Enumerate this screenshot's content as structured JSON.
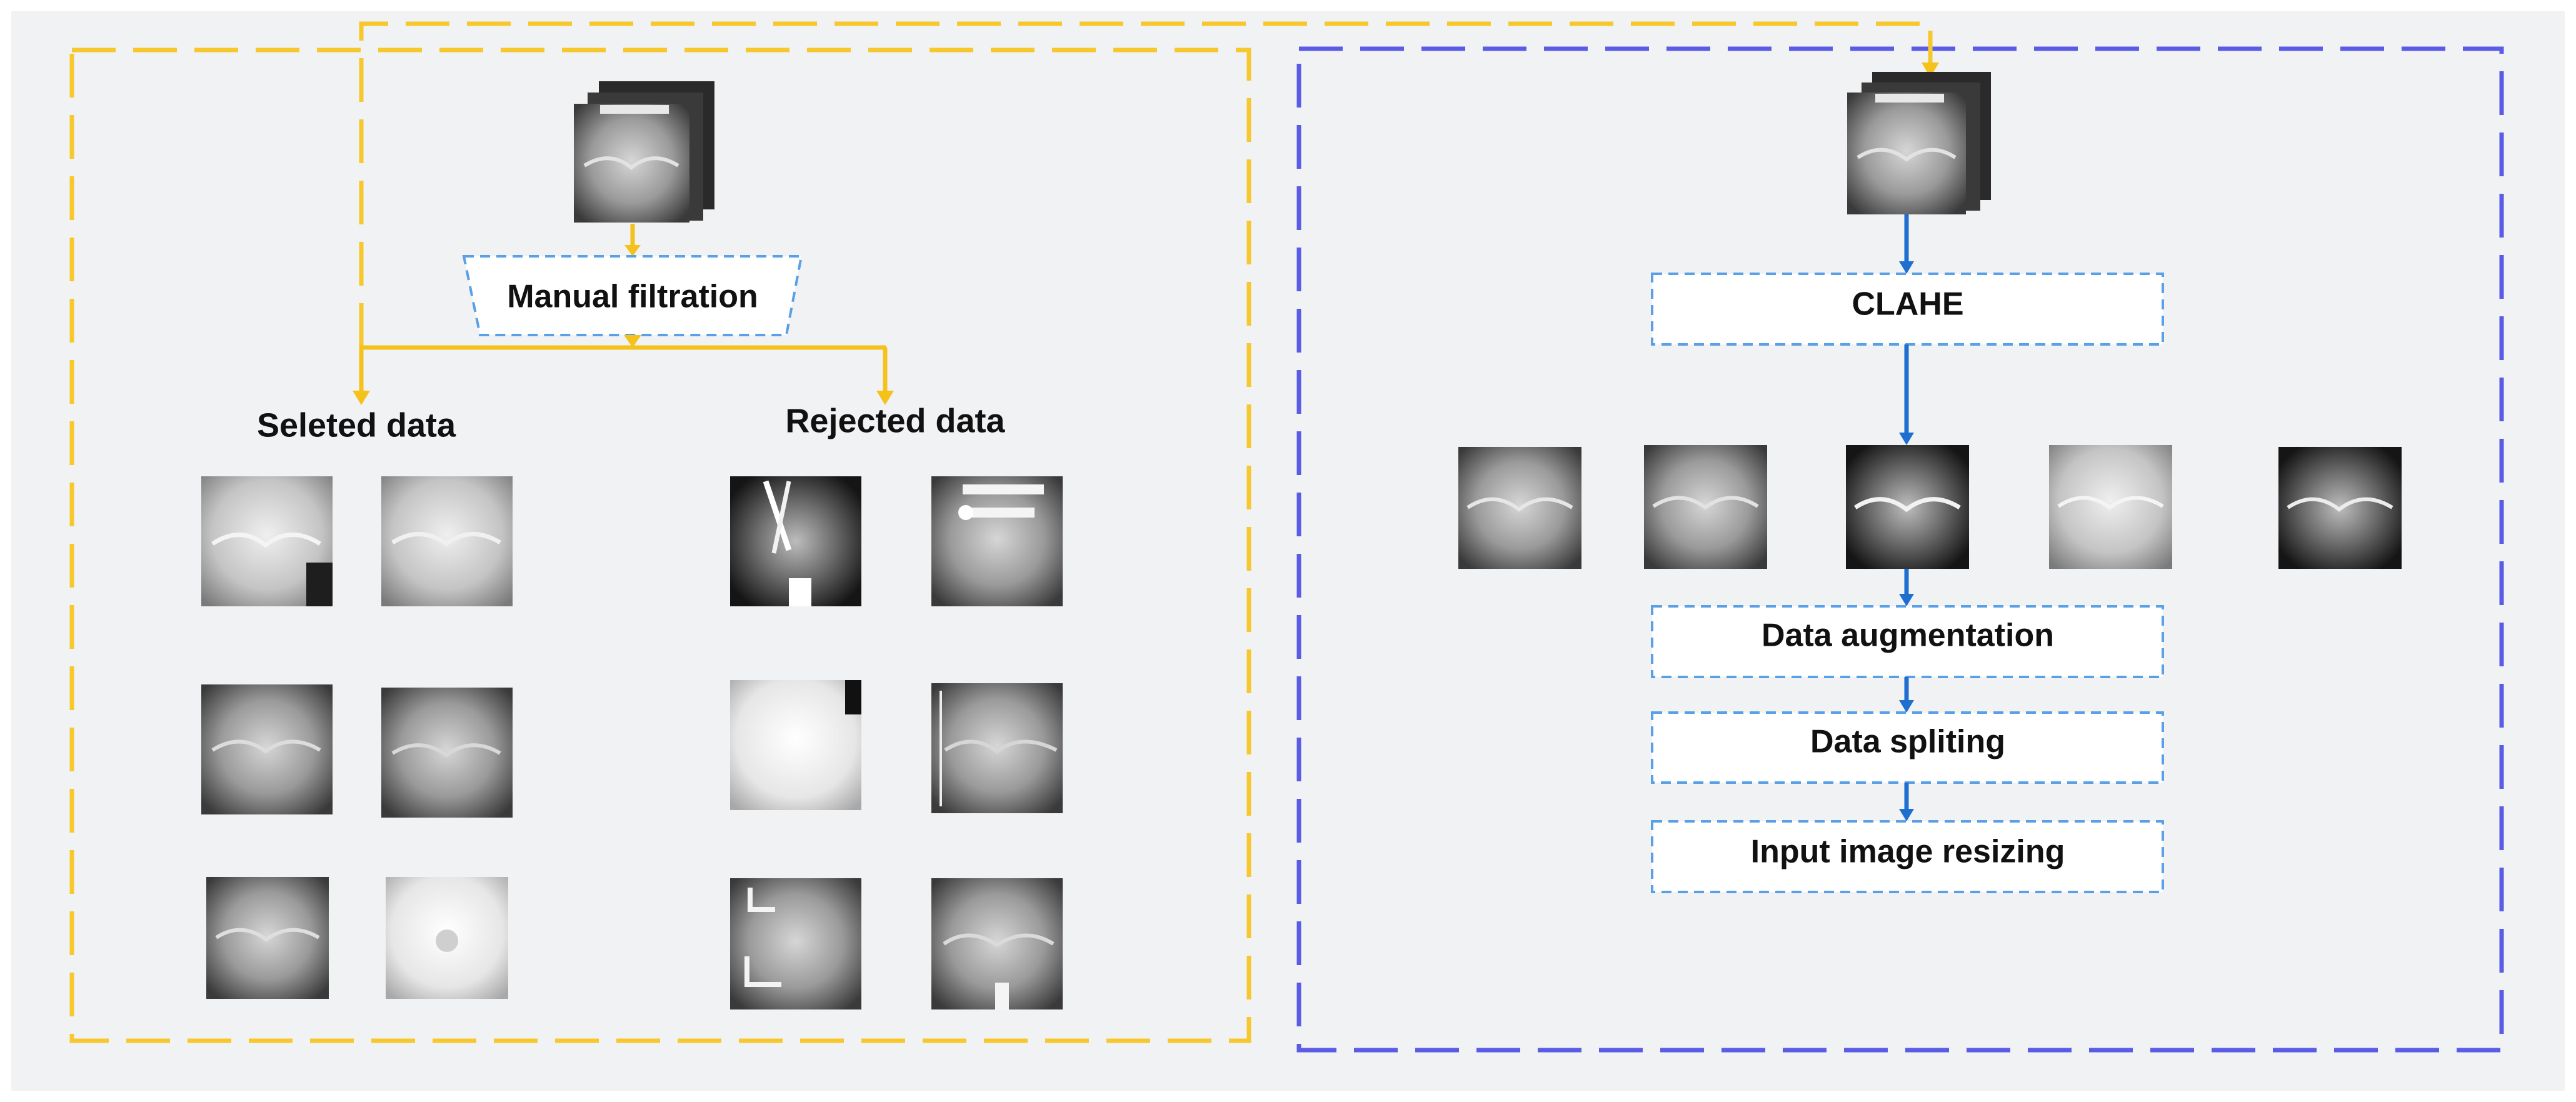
{
  "left_panel": {
    "manual_filtration_label": "Manual filtration",
    "selected_heading": "Seleted data",
    "rejected_heading": "Rejected data"
  },
  "right_panel": {
    "steps": [
      {
        "label": "CLAHE"
      },
      {
        "label": "Data augmentation"
      },
      {
        "label": "Data spliting"
      },
      {
        "label": "Input image resizing"
      }
    ]
  },
  "colors": {
    "left_frame": "#f7c82d",
    "right_frame": "#5b5ce6",
    "flow_arrow_left": "#f5c21b",
    "flow_arrow_right": "#1f6fd1",
    "step_box_border": "#5aa0e6",
    "panel_bg": "#f1f2f4"
  },
  "icons": {
    "input_stack": "xray-stack-icon",
    "thumbnail": "knee-xray-thumbnail"
  }
}
